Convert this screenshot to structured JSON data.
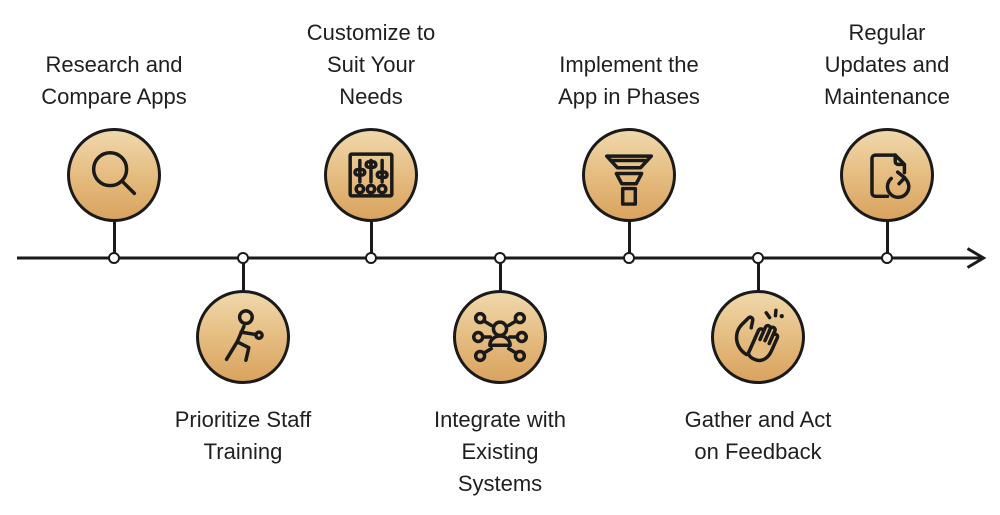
{
  "diagram_title": "",
  "palette": {
    "badge_gradient_top": "#f0d8ab",
    "badge_gradient_mid": "#e4ba7d",
    "badge_gradient_bottom": "#d9a35f",
    "outline": "#1a1a1a",
    "text": "#1f1f1f",
    "node_fill": "#ffffff"
  },
  "timeline": {
    "direction": "left-to-right",
    "node_count": 7
  },
  "items": [
    {
      "id": "research-and-compare-apps",
      "icon": "magnifier-icon",
      "side": "above",
      "label": "Research and Compare Apps",
      "lines": [
        "Research and",
        "Compare Apps"
      ]
    },
    {
      "id": "prioritize-staff-training",
      "icon": "exercising-person-icon",
      "side": "below",
      "label": "Prioritize Staff Training",
      "lines": [
        "Prioritize Staff",
        "Training"
      ]
    },
    {
      "id": "customize-to-suit-your-needs",
      "icon": "control-sliders-icon",
      "side": "above",
      "label": "Customize to Suit Your Needs",
      "lines": [
        "Customize to",
        "Suit Your",
        "Needs"
      ]
    },
    {
      "id": "integrate-with-existing-systems",
      "icon": "person-network-icon",
      "side": "below",
      "label": "Integrate with Existing Systems",
      "lines": [
        "Integrate with",
        "Existing",
        "Systems"
      ]
    },
    {
      "id": "implement-the-app-in-phases",
      "icon": "phased-funnel-icon",
      "side": "above",
      "label": "Implement the App in Phases",
      "lines": [
        "Implement the",
        "App in Phases"
      ]
    },
    {
      "id": "gather-and-act-on-feedback",
      "icon": "clapping-hands-icon",
      "side": "below",
      "label": "Gather and Act on Feedback",
      "lines": [
        "Gather and Act",
        "on Feedback"
      ]
    },
    {
      "id": "regular-updates-and-maintenance",
      "icon": "document-refresh-icon",
      "side": "above",
      "label": "Regular Updates and Maintenance",
      "lines": [
        "Regular",
        "Updates and",
        "Maintenance"
      ]
    }
  ]
}
